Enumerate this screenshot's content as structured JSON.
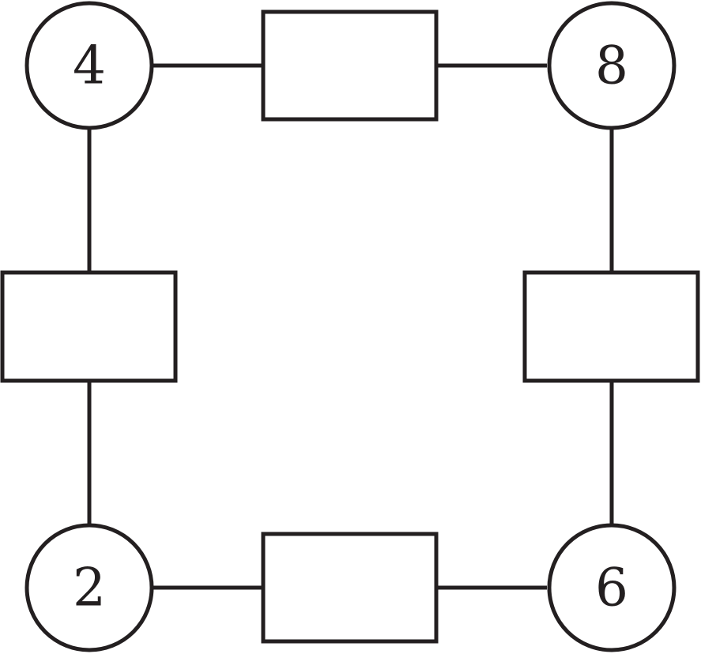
{
  "nodes": {
    "top_left": "4",
    "top_right": "8",
    "bottom_left": "2",
    "bottom_right": "6"
  },
  "boxes": {
    "top": "",
    "bottom": "",
    "left": "",
    "right": ""
  },
  "colors": {
    "stroke": "#231f20",
    "background": "#ffffff"
  }
}
